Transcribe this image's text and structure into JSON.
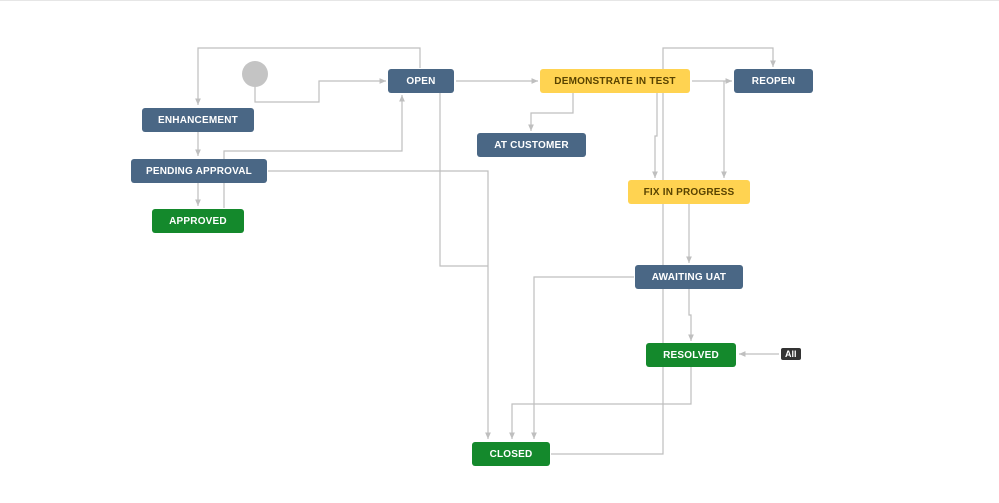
{
  "diagram": {
    "statuses": {
      "open": "OPEN",
      "demonstrate_in_test": "DEMONSTRATE IN TEST",
      "reopen": "REOPEN",
      "enhancement": "ENHANCEMENT",
      "pending_approval": "PENDING APPROVAL",
      "approved": "APPROVED",
      "at_customer": "AT CUSTOMER",
      "fix_in_progress": "FIX IN PROGRESS",
      "awaiting_uat": "AWAITING UAT",
      "resolved": "RESOLVED",
      "closed": "CLOSED"
    },
    "global_transition_label": "All",
    "colors": {
      "todo": "#4a6785",
      "done": "#14892c",
      "in_progress": "#ffd351",
      "connector": "#bfbfbf",
      "start_node": "#c4c4c4"
    }
  }
}
